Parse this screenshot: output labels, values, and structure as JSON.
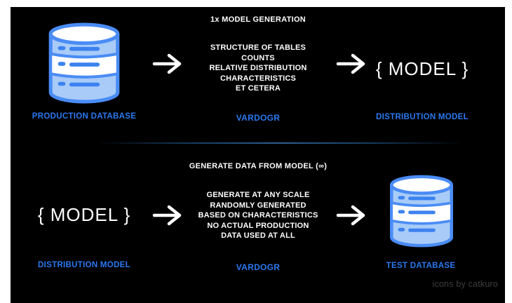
{
  "colors": {
    "page_bg": "#ffffff",
    "canvas_bg": "#000000",
    "accent_blue": "#2b78f0",
    "icon_fill": "#a8cbf8",
    "icon_stroke": "#4a8cf5",
    "icon_line": "#3c82f0",
    "arrow": "#ffffff",
    "divider": "#2c649c",
    "credit": "#3e3e3e"
  },
  "top_row": {
    "source_label": "PRODUCTION DATABASE",
    "step_title": "1x MODEL GENERATION",
    "step_lines": [
      "STRUCTURE OF TABLES",
      "COUNTS",
      "RELATIVE DISTRIBUTION",
      "CHARACTERISTICS",
      "ET CETERA"
    ],
    "step_tool": "VARDOGR",
    "output_text": "{ MODEL }",
    "output_label": "DISTRIBUTION MODEL"
  },
  "bottom_row": {
    "source_text": "{ MODEL }",
    "source_label": "DISTRIBUTION MODEL",
    "step_title": "GENERATE DATA FROM MODEL (∞)",
    "step_lines": [
      "GENERATE AT ANY SCALE",
      "RANDOMLY GENERATED",
      "BASED ON CHARACTERISTICS",
      "NO ACTUAL PRODUCTION",
      "DATA USED AT ALL"
    ],
    "step_tool": "VARDOGR",
    "output_label": "TEST DATABASE"
  },
  "credit": "icons by catkuro"
}
